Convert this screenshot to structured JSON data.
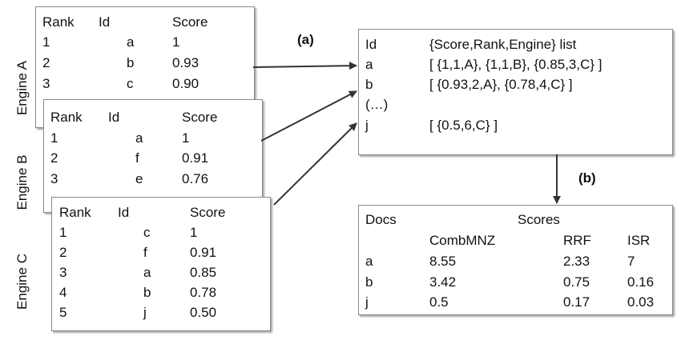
{
  "engines": {
    "a": {
      "name": "Engine A",
      "headers": [
        "Rank",
        "Id",
        "Score"
      ],
      "rows": [
        [
          "1",
          "a",
          "1"
        ],
        [
          "2",
          "b",
          "0.93"
        ],
        [
          "3",
          "c",
          "0.90"
        ]
      ]
    },
    "b": {
      "name": "Engine B",
      "headers": [
        "Rank",
        "Id",
        "Score"
      ],
      "rows": [
        [
          "1",
          "a",
          "1"
        ],
        [
          "2",
          "f",
          "0.91"
        ],
        [
          "3",
          "e",
          "0.76"
        ]
      ]
    },
    "c": {
      "name": "Engine C",
      "headers": [
        "Rank",
        "Id",
        "Score"
      ],
      "rows": [
        [
          "1",
          "c",
          "1"
        ],
        [
          "2",
          "f",
          "0.91"
        ],
        [
          "3",
          "a",
          "0.85"
        ],
        [
          "4",
          "b",
          "0.78"
        ],
        [
          "5",
          "j",
          "0.50"
        ]
      ]
    }
  },
  "merged": {
    "headers": [
      "Id",
      "{Score,Rank,Engine} list"
    ],
    "rows": [
      [
        "a",
        "[ {1,1,A}, {1,1,B}, {0.85,3,C} ]"
      ],
      [
        "b",
        "[ {0.93,2,A}, {0.78,4,C} ]"
      ],
      [
        "(…)",
        ""
      ],
      [
        "j",
        "[ {0.5,6,C} ]"
      ]
    ]
  },
  "scores": {
    "docs_header": "Docs",
    "scores_header": "Scores",
    "methods": [
      "CombMNZ",
      "RRF",
      "ISR"
    ],
    "rows": [
      [
        "a",
        "8.55",
        "2.33",
        "7"
      ],
      [
        "b",
        "3.42",
        "0.75",
        "0.16"
      ],
      [
        "j",
        "0.5",
        "0.17",
        "0.03"
      ]
    ]
  },
  "labels": {
    "step_a": "(a)",
    "step_b": "(b)"
  }
}
